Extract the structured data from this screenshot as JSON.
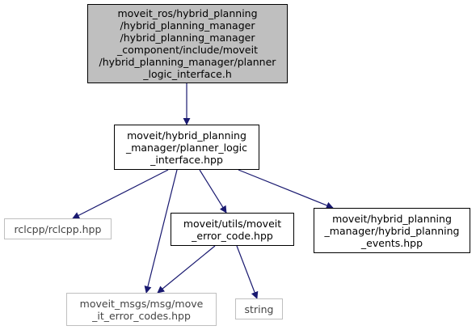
{
  "diagram": {
    "colors": {
      "edge": "#191970",
      "root_fill": "#bfbfbf",
      "node_border": "#000000",
      "external_border": "#bfbfbf"
    },
    "nodes": [
      {
        "id": "root",
        "kind": "root",
        "lines": [
          "moveit_ros/hybrid_planning",
          "/hybrid_planning_manager",
          "/hybrid_planning_manager",
          "_component/include/moveit",
          "/hybrid_planning_manager/planner",
          "_logic_interface.h"
        ]
      },
      {
        "id": "planner_logic",
        "kind": "normal",
        "lines": [
          "moveit/hybrid_planning",
          "_manager/planner_logic",
          "_interface.hpp"
        ]
      },
      {
        "id": "rclcpp",
        "kind": "external",
        "lines": [
          "rclcpp/rclcpp.hpp"
        ]
      },
      {
        "id": "error_code",
        "kind": "normal",
        "lines": [
          "moveit/utils/moveit",
          "_error_code.hpp"
        ]
      },
      {
        "id": "events",
        "kind": "normal",
        "lines": [
          "moveit/hybrid_planning",
          "_manager/hybrid_planning",
          "_events.hpp"
        ]
      },
      {
        "id": "error_codes_msg",
        "kind": "external",
        "lines": [
          "moveit_msgs/msg/move",
          "_it_error_codes.hpp"
        ]
      },
      {
        "id": "string",
        "kind": "external",
        "lines": [
          "string"
        ]
      }
    ],
    "edges": [
      {
        "from": "root",
        "to": "planner_logic"
      },
      {
        "from": "planner_logic",
        "to": "rclcpp"
      },
      {
        "from": "planner_logic",
        "to": "error_codes_msg"
      },
      {
        "from": "planner_logic",
        "to": "error_code"
      },
      {
        "from": "planner_logic",
        "to": "events"
      },
      {
        "from": "error_code",
        "to": "error_codes_msg"
      },
      {
        "from": "error_code",
        "to": "string"
      }
    ]
  }
}
